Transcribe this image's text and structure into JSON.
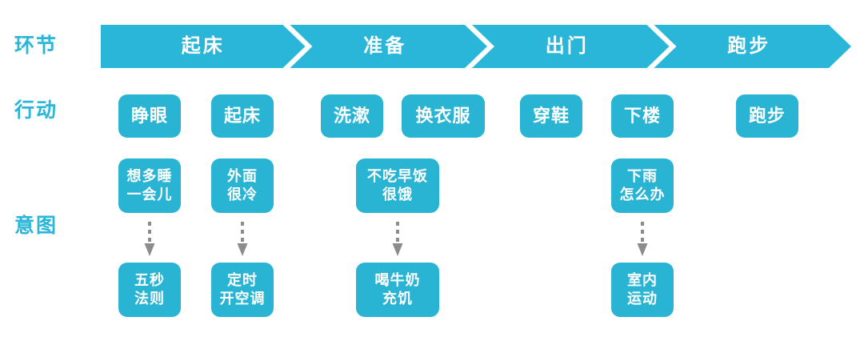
{
  "diagram": {
    "title_row_labels": {
      "stage": "环节",
      "action": "行动",
      "intent": "意图"
    },
    "accent_color": "#29b6d8",
    "box_color": "#2ab4d4",
    "arrow_color": "#8c8c8c",
    "stages": [
      {
        "name": "起床",
        "actions": [
          "睁眼",
          "起床"
        ],
        "intents": [
          {
            "problem": "想多睡\n一会儿",
            "solution": "五秒\n法则"
          },
          {
            "problem": "外面\n很冷",
            "solution": "定时\n开空调"
          }
        ]
      },
      {
        "name": "准备",
        "actions": [
          "洗漱",
          "换衣服"
        ],
        "intents": [
          {
            "problem": "不吃早饭\n很饿",
            "solution": "喝牛奶\n充饥"
          }
        ]
      },
      {
        "name": "出门",
        "actions": [
          "穿鞋",
          "下楼"
        ],
        "intents": [
          {
            "problem": "下雨\n怎么办",
            "solution": "室内\n运动"
          }
        ]
      },
      {
        "name": "跑步",
        "actions": [
          "跑步"
        ],
        "intents": []
      }
    ]
  }
}
